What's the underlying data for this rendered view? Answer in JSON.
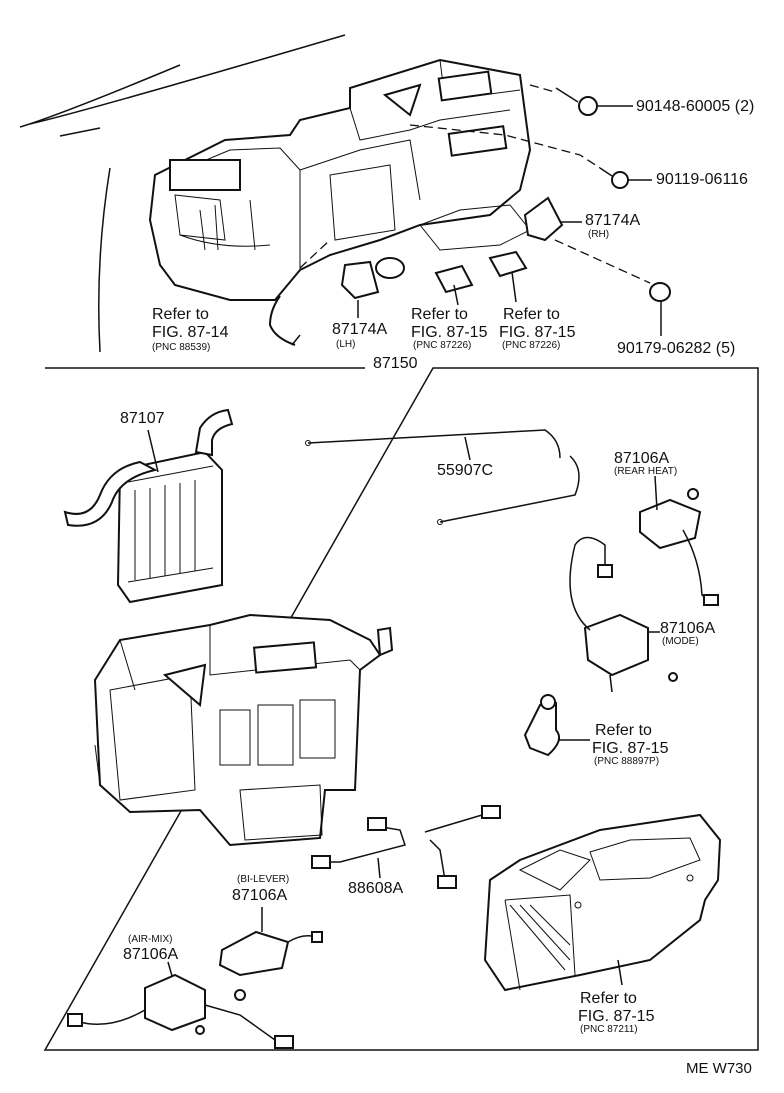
{
  "top": {
    "bolt_a": {
      "part": "90148-60005",
      "qty": "(2)"
    },
    "bolt_b": {
      "part": "90119-06116"
    },
    "grommet_rh": {
      "part": "87174A",
      "side": "(RH)"
    },
    "grommet_lh": {
      "part": "87174A",
      "side": "(LH)"
    },
    "nut": {
      "part": "90179-06282",
      "qty": "(5)"
    },
    "ref_1": {
      "line1": "Refer to",
      "line2": "FIG. 87-14",
      "pnc": "(PNC 88539)"
    },
    "ref_2": {
      "line1": "Refer to",
      "line2": "FIG. 87-15",
      "pnc": "(PNC 87226)"
    },
    "ref_3": {
      "line1": "Refer to",
      "line2": "FIG. 87-15",
      "pnc": "(PNC 87226)"
    },
    "assembly": "87150"
  },
  "box": {
    "heater_core": "87107",
    "cable": "55907C",
    "servo_rear_heat": {
      "part": "87106A",
      "note": "(REAR HEAT)"
    },
    "servo_mode": {
      "part": "87106A",
      "note": "(MODE)"
    },
    "ref_valve": {
      "line1": "Refer to",
      "line2": "FIG. 87-15",
      "pnc": "(PNC 88897P)"
    },
    "servo_bi_lever": {
      "part": "87106A",
      "note": "(BI-LEVER)"
    },
    "wire_harness": "88608A",
    "servo_air_mix": {
      "part": "87106A",
      "note": "(AIR-MIX)"
    },
    "ref_duct": {
      "line1": "Refer to",
      "line2": "FIG. 87-15",
      "pnc": "(PNC 87211)"
    }
  },
  "footer_code": "ME W730"
}
